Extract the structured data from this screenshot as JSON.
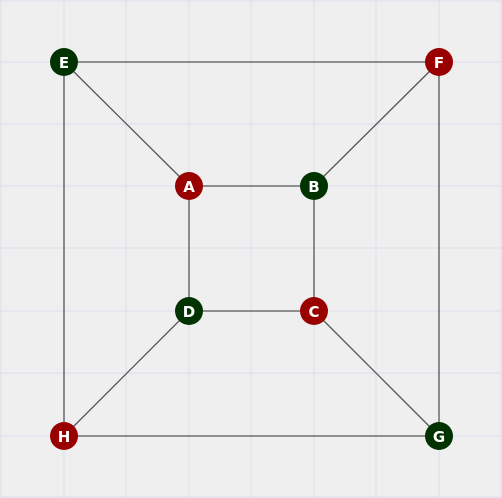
{
  "colors": {
    "background": "#efefef",
    "grid": "#dcdcec",
    "edge": "#555555",
    "red": "#990000",
    "green": "#003300",
    "label": "#ffffff"
  },
  "nodes": [
    {
      "id": "E",
      "label": "E",
      "color": "green"
    },
    {
      "id": "F",
      "label": "F",
      "color": "red"
    },
    {
      "id": "A",
      "label": "A",
      "color": "red"
    },
    {
      "id": "B",
      "label": "B",
      "color": "green"
    },
    {
      "id": "D",
      "label": "D",
      "color": "green"
    },
    {
      "id": "C",
      "label": "C",
      "color": "red"
    },
    {
      "id": "H",
      "label": "H",
      "color": "red"
    },
    {
      "id": "G",
      "label": "G",
      "color": "green"
    }
  ],
  "edges": [
    [
      "E",
      "F"
    ],
    [
      "E",
      "A"
    ],
    [
      "E",
      "H"
    ],
    [
      "F",
      "B"
    ],
    [
      "F",
      "G"
    ],
    [
      "A",
      "B"
    ],
    [
      "A",
      "D"
    ],
    [
      "B",
      "C"
    ],
    [
      "D",
      "C"
    ],
    [
      "D",
      "H"
    ],
    [
      "C",
      "G"
    ],
    [
      "H",
      "G"
    ]
  ]
}
